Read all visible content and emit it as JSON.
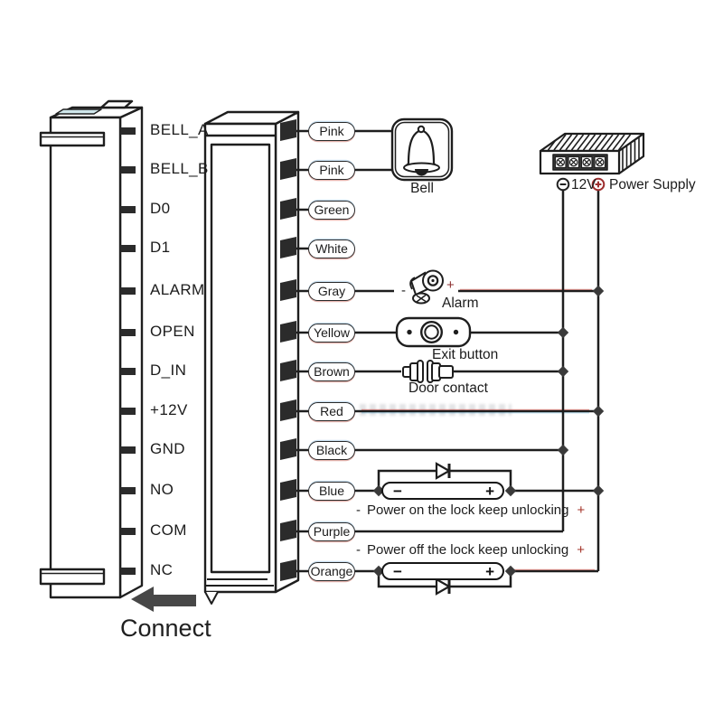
{
  "pins": [
    {
      "label": "BELL_A",
      "wire": "Pink"
    },
    {
      "label": "BELL_B",
      "wire": "Pink"
    },
    {
      "label": "D0",
      "wire": "Green"
    },
    {
      "label": "D1",
      "wire": "White"
    },
    {
      "label": "ALARM",
      "wire": "Gray"
    },
    {
      "label": "OPEN",
      "wire": "Yellow"
    },
    {
      "label": "D_IN",
      "wire": "Brown"
    },
    {
      "label": "+12V",
      "wire": "Red"
    },
    {
      "label": "GND",
      "wire": "Black"
    },
    {
      "label": "NO",
      "wire": "Blue"
    },
    {
      "label": "COM",
      "wire": "Purple"
    },
    {
      "label": "NC",
      "wire": "Orange"
    }
  ],
  "devices": {
    "bell": {
      "label": "Bell"
    },
    "alarm": {
      "label": "Alarm",
      "minus": "-",
      "plus": "+"
    },
    "exit_button": {
      "label": "Exit button"
    },
    "door_contact": {
      "label": "Door contact"
    },
    "power_supply": {
      "voltage": "12V",
      "label": "Power Supply"
    },
    "lock_power_on": {
      "minus": "−",
      "plus": "+",
      "caption_minus": "-",
      "caption": "Power on the lock keep unlocking",
      "caption_plus": "+"
    },
    "lock_power_off": {
      "minus": "−",
      "plus": "+",
      "caption_minus": "-",
      "caption": "Power off the lock keep unlocking",
      "caption_plus": "+"
    }
  },
  "connect_label": "Connect",
  "colors": {
    "wire": "#1e1e1e",
    "accent_plus": "#a33227"
  }
}
